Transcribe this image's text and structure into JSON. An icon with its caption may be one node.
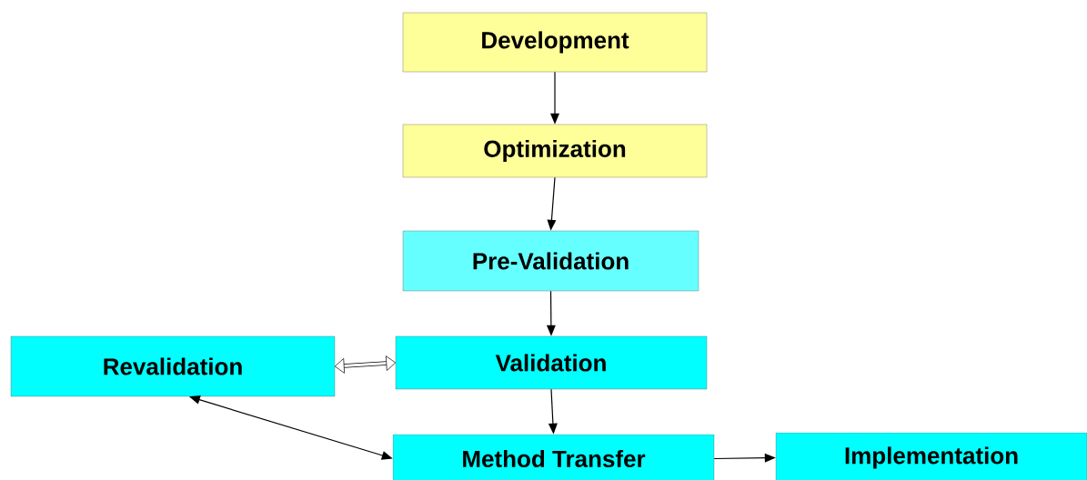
{
  "diagram": {
    "nodes": [
      {
        "text": [
          "Development"
        ]
      },
      {
        "text": [
          "Optimization"
        ]
      },
      {
        "text": [
          "Pre-Validation"
        ]
      },
      {
        "text": [
          "Revalidation"
        ]
      },
      {
        "text": [
          "Validation"
        ]
      },
      {
        "text": [
          "Method Transfer"
        ]
      },
      {
        "text": [
          "Implementation"
        ]
      }
    ],
    "edges": [
      {
        "from": 0,
        "to": 1,
        "arrow": "to"
      },
      {
        "from": 1,
        "to": 2,
        "arrow": "to"
      },
      {
        "from": 2,
        "to": 4,
        "arrow": "to"
      },
      {
        "from": 3,
        "to": 4,
        "arrow": "both",
        "style": "thick"
      },
      {
        "from": 4,
        "to": 5,
        "arrow": "to"
      },
      {
        "from": 3,
        "to": 5,
        "arrow": "both"
      },
      {
        "from": 5,
        "to": 6,
        "arrow": "to"
      }
    ]
  }
}
